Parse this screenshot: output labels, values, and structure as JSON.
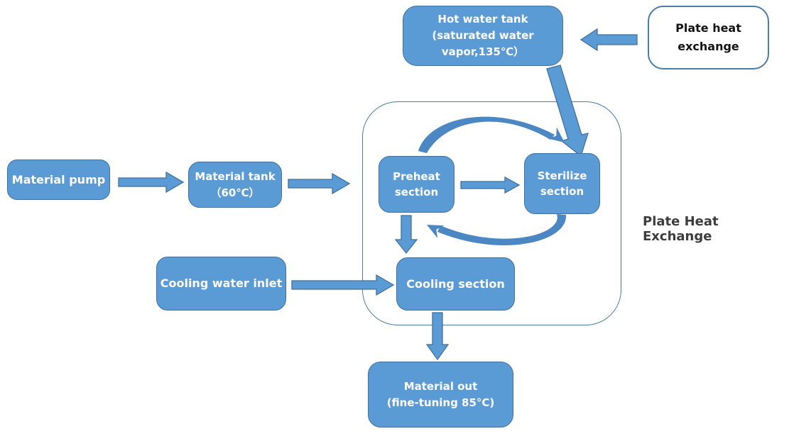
{
  "diagram": {
    "nodes": {
      "hot_water_tank": {
        "lines": [
          "Hot water tank",
          "(saturated water",
          "vapor,135℃）"
        ]
      },
      "plate_heat_exchange_box": {
        "lines": [
          "Plate heat",
          "exchange"
        ]
      },
      "material_pump": {
        "lines": [
          "Material pump"
        ]
      },
      "material_tank": {
        "lines": [
          "Material tank",
          "（60℃）"
        ]
      },
      "preheat_section": {
        "lines": [
          "Preheat",
          "section"
        ]
      },
      "sterilize_section": {
        "lines": [
          "Sterilize",
          "section"
        ]
      },
      "cooling_water_inlet": {
        "lines": [
          "Cooling water inlet"
        ]
      },
      "cooling_section": {
        "lines": [
          "Cooling section"
        ]
      },
      "material_out": {
        "lines": [
          "Material out",
          "(fine-tuning 85°C)"
        ]
      }
    },
    "annotations": {
      "container_label": "Plate Heat Exchange"
    },
    "edges": [
      {
        "from": "plate_heat_exchange_box",
        "to": "hot_water_tank",
        "style": "block-arrow"
      },
      {
        "from": "material_pump",
        "to": "material_tank",
        "style": "block-arrow"
      },
      {
        "from": "material_tank",
        "to": "preheat_section",
        "style": "block-arrow"
      },
      {
        "from": "preheat_section",
        "to": "sterilize_section",
        "style": "block-arrow"
      },
      {
        "from": "preheat_section",
        "to": "sterilize_section",
        "style": "curved-top"
      },
      {
        "from": "sterilize_section",
        "to": "preheat_section",
        "style": "curved-bottom"
      },
      {
        "from": "hot_water_tank",
        "to": "sterilize_section",
        "style": "block-arrow-diagonal"
      },
      {
        "from": "preheat_section",
        "to": "cooling_section",
        "style": "block-arrow"
      },
      {
        "from": "cooling_water_inlet",
        "to": "cooling_section",
        "style": "block-arrow"
      },
      {
        "from": "cooling_section",
        "to": "material_out",
        "style": "block-arrow"
      }
    ],
    "colors": {
      "node_fill": "#5B9BD5",
      "node_border": "#41719C",
      "node_text": "#FFFFFF",
      "white_box_fill": "#FFFFFF",
      "white_box_text": "#141414",
      "container_border": "#4A7CA8",
      "curve_arrow": "#4B87C3",
      "annotation_text": "#3D3D3D",
      "background": "#FFFFFF"
    }
  }
}
